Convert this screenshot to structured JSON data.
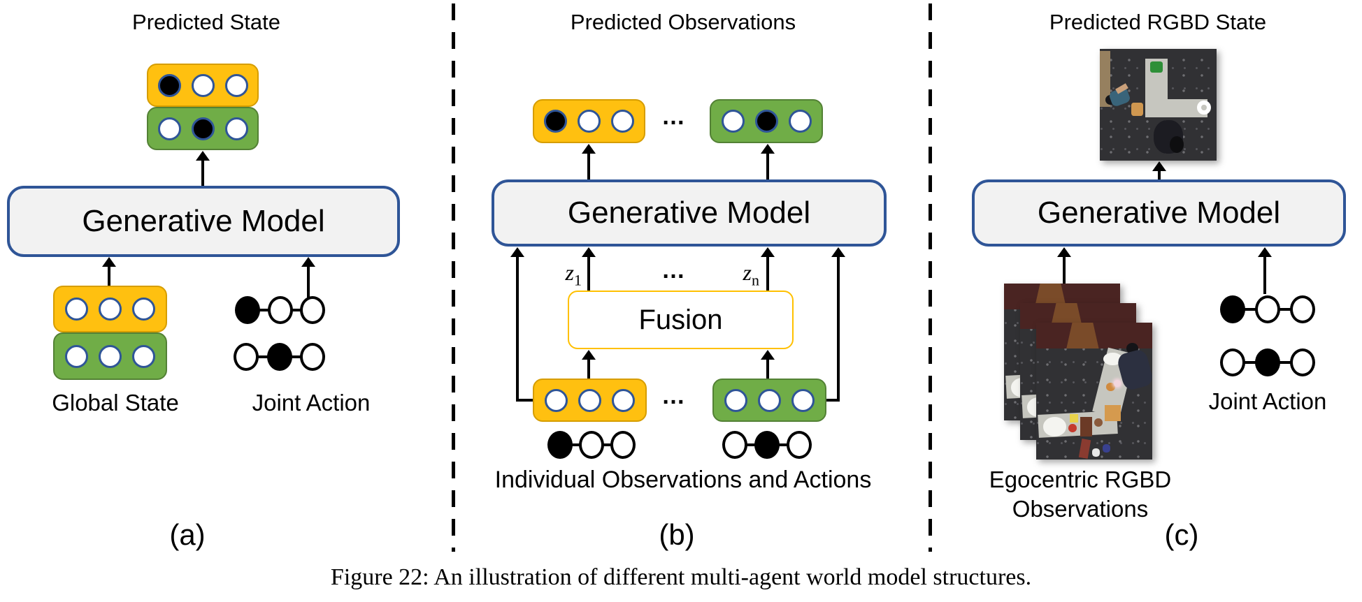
{
  "shared": {
    "generative_model_label": "Generative Model",
    "dots": "…",
    "colors": {
      "token_yellow": "#FFC010",
      "token_green": "#70AD47",
      "circle_outline_blue": "#2F5597",
      "gm_fill": "#F2F2F2",
      "gm_border": "#2F5597",
      "fusion_border": "#FFC000"
    }
  },
  "panel_a": {
    "label": "(a)",
    "title": "Predicted State",
    "predicted_tokens": [
      {
        "color": "yellow",
        "pattern": [
          1,
          0,
          0
        ]
      },
      {
        "color": "green",
        "pattern": [
          0,
          1,
          0
        ]
      }
    ],
    "global_state_tokens": [
      {
        "color": "yellow",
        "pattern": [
          0,
          0,
          0
        ]
      },
      {
        "color": "green",
        "pattern": [
          0,
          0,
          0
        ]
      }
    ],
    "global_state_label": "Global State",
    "joint_action_label": "Joint Action",
    "joint_action_chains": [
      {
        "pattern": [
          1,
          0,
          0
        ]
      },
      {
        "pattern": [
          0,
          1,
          0
        ]
      }
    ]
  },
  "panel_b": {
    "label": "(b)",
    "title": "Predicted Observations",
    "predicted_tokens": [
      {
        "color": "yellow",
        "pattern": [
          1,
          0,
          0
        ]
      },
      {
        "color": "green",
        "pattern": [
          0,
          1,
          0
        ]
      }
    ],
    "fusion_label": "Fusion",
    "z_labels": {
      "left_base": "z",
      "left_sub": "1",
      "right_base": "z",
      "right_sub": "n"
    },
    "input_tokens": [
      {
        "color": "yellow",
        "pattern": [
          0,
          0,
          0
        ]
      },
      {
        "color": "green",
        "pattern": [
          0,
          0,
          0
        ]
      }
    ],
    "action_chains": [
      {
        "pattern": [
          1,
          0,
          0
        ]
      },
      {
        "pattern": [
          0,
          1,
          0
        ]
      }
    ],
    "bottom_label": "Individual Observations and Actions"
  },
  "panel_c": {
    "label": "(c)",
    "title": "Predicted RGBD State",
    "observations_label": [
      "Egocentric RGBD",
      "Observations"
    ],
    "joint_action_label": "Joint Action",
    "action_chains": [
      {
        "pattern": [
          1,
          0,
          0
        ]
      },
      {
        "pattern": [
          0,
          1,
          0
        ]
      }
    ]
  },
  "caption": "Figure 22: An illustration of different multi-agent world model structures."
}
